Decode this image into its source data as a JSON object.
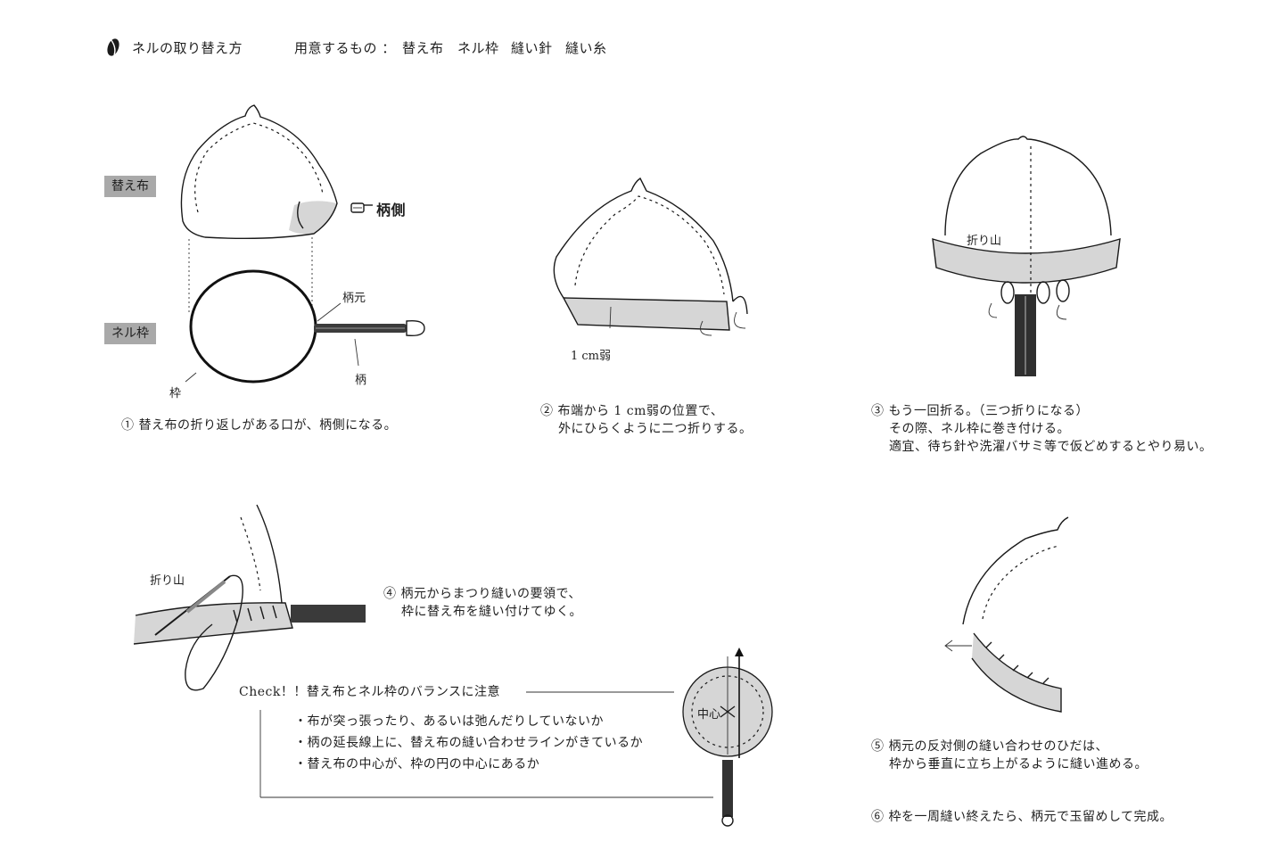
{
  "header": {
    "title": "ネルの取り替え方",
    "materials_prefix": "用意するもの ：",
    "materials": [
      "替え布",
      "ネル枠",
      "縫い針",
      "縫い糸"
    ]
  },
  "figure1": {
    "tag_cloth": "替え布",
    "tag_frame": "ネル枠",
    "handle_side": "柄側",
    "label_handle_base": "柄元",
    "label_handle": "柄",
    "label_frame": "枠"
  },
  "figure2": {
    "label_width": "1 cm弱"
  },
  "figure3": {
    "label_fold": "折り山"
  },
  "figure4": {
    "label_fold": "折り山"
  },
  "check": {
    "title": "Check！！替え布とネル枠のバランスに注意",
    "items": [
      "・布が突っ張ったり、あるいは弛んだりしていないか",
      "・柄の延長線上に、替え布の縫い合わせラインがきているか",
      "・替え布の中心が、枠の円の中心にあるか"
    ],
    "center_label": "中心"
  },
  "steps": [
    {
      "num": "①",
      "lines": [
        "替え布の折り返しがある口が、柄側になる。"
      ]
    },
    {
      "num": "②",
      "lines": [
        "布端から 1 cm弱の位置で、",
        "外にひらくように二つ折りする。"
      ]
    },
    {
      "num": "③",
      "lines": [
        "もう一回折る。（三つ折りになる）",
        "その際、ネル枠に巻き付ける。",
        "適宜、待ち針や洗濯バサミ等で仮どめするとやり易い。"
      ]
    },
    {
      "num": "④",
      "lines": [
        "柄元からまつり縫いの要領で、",
        "枠に替え布を縫い付けてゆく。"
      ]
    },
    {
      "num": "⑤",
      "lines": [
        "柄元の反対側の縫い合わせのひだは、",
        "枠から垂直に立ち上がるように縫い進める。"
      ]
    },
    {
      "num": "⑥",
      "lines": [
        "枠を一周縫い終えたら、柄元で玉留めして完成。"
      ]
    }
  ],
  "colors": {
    "ink": "#1a1a1a",
    "shade": "#d6d6d6",
    "tag_bg": "#a9a9a9"
  }
}
